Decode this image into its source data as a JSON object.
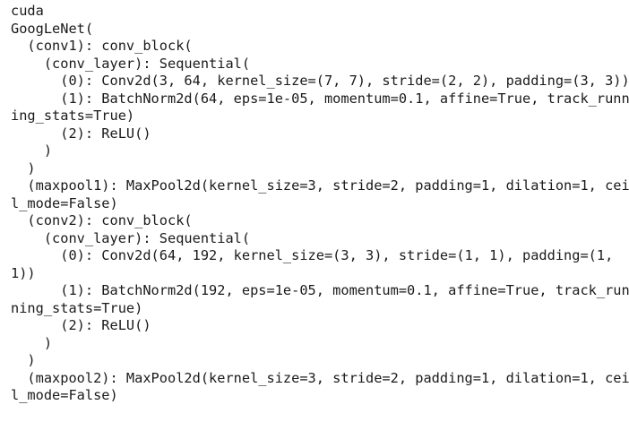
{
  "console": {
    "lines": [
      "cuda",
      "GoogLeNet(",
      "  (conv1): conv_block(",
      "    (conv_layer): Sequential(",
      "      (0): Conv2d(3, 64, kernel_size=(7, 7), stride=(2, 2), padding=(3, 3))",
      "      (1): BatchNorm2d(64, eps=1e-05, momentum=0.1, affine=True, track_runn",
      "ing_stats=True)",
      "      (2): ReLU()",
      "    )",
      "  )",
      "  (maxpool1): MaxPool2d(kernel_size=3, stride=2, padding=1, dilation=1, cei",
      "l_mode=False)",
      "  (conv2): conv_block(",
      "    (conv_layer): Sequential(",
      "      (0): Conv2d(64, 192, kernel_size=(3, 3), stride=(1, 1), padding=(1,",
      "1))",
      "      (1): BatchNorm2d(192, eps=1e-05, momentum=0.1, affine=True, track_run",
      "ning_stats=True)",
      "      (2): ReLU()",
      "    )",
      "  )",
      "  (maxpool2): MaxPool2d(kernel_size=3, stride=2, padding=1, dilation=1, cei",
      "l_mode=False)"
    ]
  }
}
